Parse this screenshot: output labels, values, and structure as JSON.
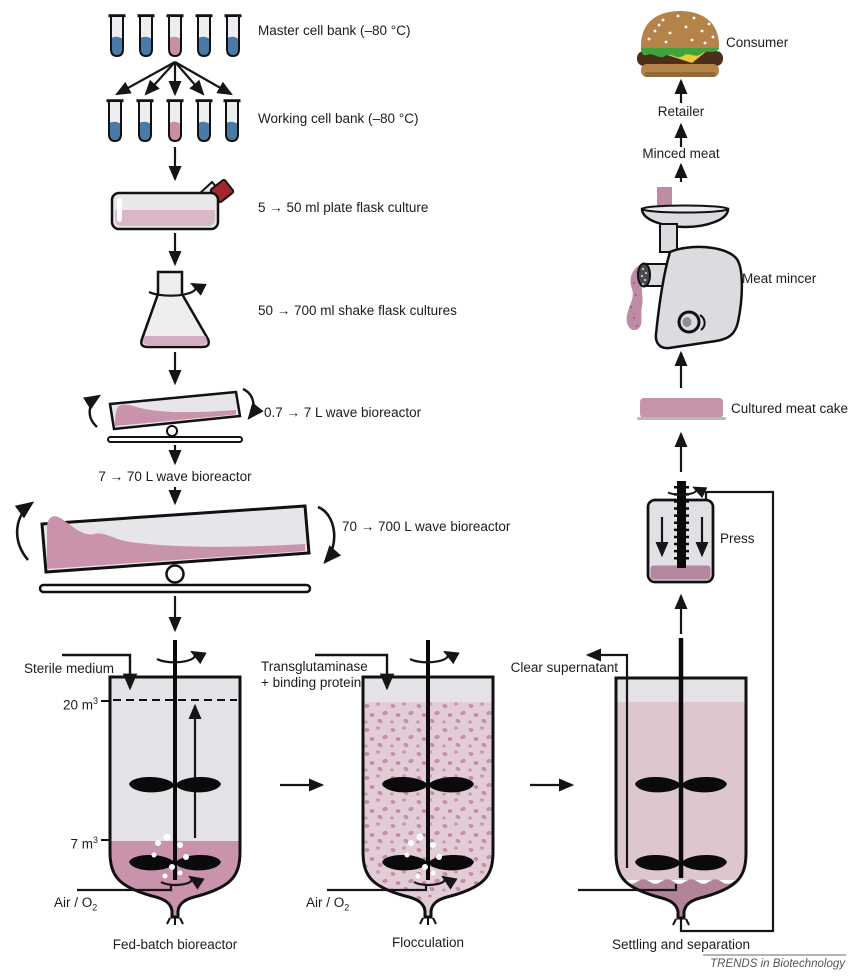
{
  "diagram": {
    "seed_train": {
      "master_cell_bank": "Master cell bank (–80 °C)",
      "working_cell_bank": "Working cell bank (–80 °C)",
      "plate_flask": "5 → 50 ml plate flask culture",
      "shake_flask": "50 → 700 ml shake flask cultures",
      "wave_small": "0.7 → 7 L wave bioreactor",
      "wave_medium": "7 → 70 L wave bioreactor",
      "wave_large": "70 → 700 L wave bioreactor"
    },
    "fed_batch": {
      "inflow": "Sterile medium",
      "max_volume": "20 m",
      "max_volume_sup": "3",
      "start_volume": "7 m",
      "start_volume_sup": "3",
      "gas": "Air / O",
      "gas_sub": "2",
      "label": "Fed-batch bioreactor"
    },
    "flocculation": {
      "inflow_line1": "Transglutaminase",
      "inflow_line2": "+ binding protein",
      "gas": "Air / O",
      "gas_sub": "2",
      "label": "Flocculation"
    },
    "settling": {
      "outflow": "Clear supernatant",
      "label": "Settling and separation"
    },
    "downstream": {
      "press": "Press",
      "meat_cake": "Cultured meat cake",
      "mincer": "Meat mincer",
      "minced_meat": "Minced meat",
      "retailer": "Retailer",
      "consumer": "Consumer"
    },
    "credit": "TRENDS in Biotechnology"
  },
  "colors": {
    "ink": "#1a1a1a",
    "liquid_pink": "#c993ab",
    "light_pink": "#ddc6d0",
    "floc_background": "#e2ccd6",
    "sediment": "#b28399",
    "vessel_gray": "#e4e2e6",
    "cell_blue": "#4a7ba6",
    "cell_pink": "#c98fa9",
    "cap_red": "#a6242b",
    "bun_tan": "#b5834a",
    "lettuce_green": "#3fa33c",
    "cheese_yellow": "#e9cb3a",
    "patty_brown": "#4c2f1b"
  }
}
